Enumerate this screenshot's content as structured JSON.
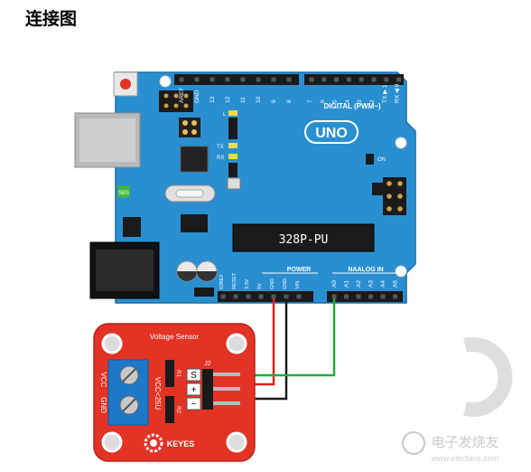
{
  "page": {
    "title": "连接图"
  },
  "arduino": {
    "board_name": "UNO",
    "chip_label": "328P-PU",
    "digital_label": "DIGITAL (PWM~)",
    "power_label": "POWER",
    "analog_label": "NAALOG IN",
    "on_label": "ON",
    "top_header_left": [
      "AREF",
      "GND",
      "13",
      "12",
      "11",
      "10",
      "9",
      "8"
    ],
    "top_header_right": [
      "7",
      "6",
      "5",
      "4",
      "3",
      "2",
      "TX ▶ 1",
      "RX ◀ 0"
    ],
    "power_pins": [
      "IOREF",
      "RESET",
      "3.3V",
      "5V",
      "GND",
      "GND",
      "VIN"
    ],
    "analog_pins": [
      "A0",
      "A1",
      "A2",
      "A3",
      "A4",
      "A5"
    ],
    "led_labels": {
      "l": "L",
      "tx": "TX",
      "rx": "RX"
    },
    "small_chip_label": "SBS"
  },
  "sensor": {
    "name": "Voltage Sensor",
    "header_label": "J2",
    "pin_labels": [
      "S",
      "+",
      "−"
    ],
    "terminal_labels": [
      "VCC",
      "GND"
    ],
    "vcc_label": "VCC<25U",
    "resistor_labels": [
      "R1",
      "R2"
    ],
    "brand": "KEYES"
  },
  "watermark": {
    "text": "电子发烧友",
    "url": "www.elecfans.com"
  },
  "colors": {
    "board_blue": "#2a8fd0",
    "sensor_red": "#e23325",
    "wire_red": "#e0201a",
    "wire_black": "#1a1a1a",
    "wire_green": "#1faa3a"
  }
}
